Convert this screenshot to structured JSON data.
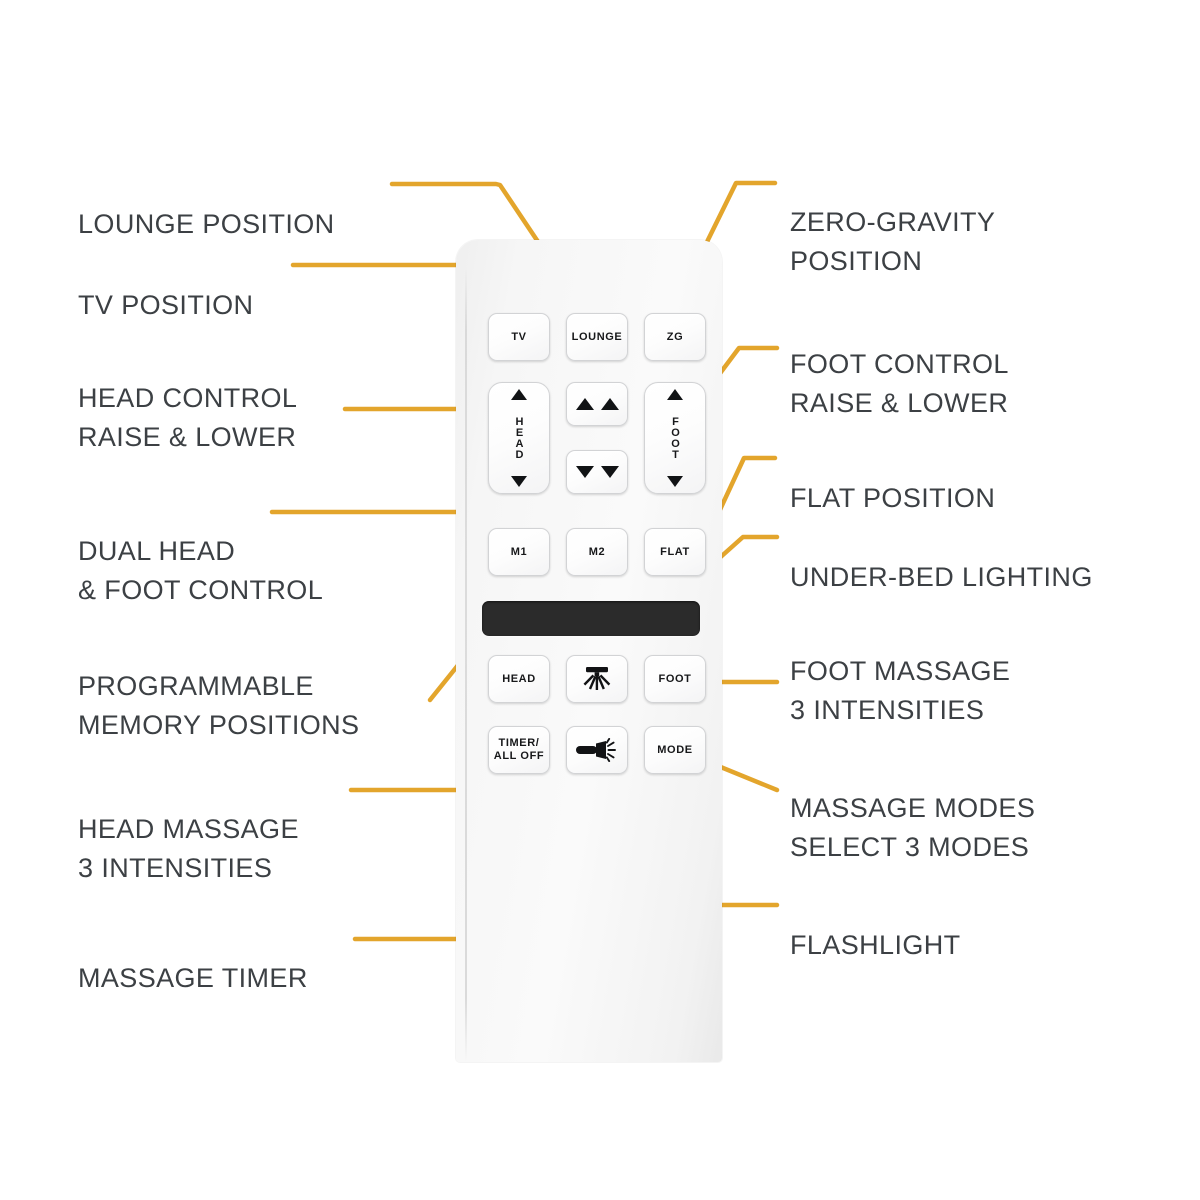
{
  "diagram": {
    "title": "Adjustable bed remote control feature callout diagram",
    "accent_color": "#E3A52C",
    "label_color": "#3C4044",
    "remote_body_color": "#F6F6F6",
    "display_color": "#2B2B2B"
  },
  "callouts_left": [
    {
      "id": "lounge-position",
      "text": "LOUNGE POSITION"
    },
    {
      "id": "tv-position",
      "text": "TV POSITION"
    },
    {
      "id": "head-control",
      "text": "HEAD CONTROL\nRAISE & LOWER"
    },
    {
      "id": "dual-head-foot-control",
      "text": "DUAL HEAD\n& FOOT CONTROL"
    },
    {
      "id": "programmable-memory",
      "text": "PROGRAMMABLE\nMEMORY POSITIONS"
    },
    {
      "id": "head-massage",
      "text": "HEAD MASSAGE\n3 INTENSITIES"
    },
    {
      "id": "massage-timer",
      "text": "MASSAGE TIMER"
    }
  ],
  "callouts_right": [
    {
      "id": "zero-gravity-position",
      "text": "ZERO-GRAVITY\nPOSITION"
    },
    {
      "id": "foot-control",
      "text": "FOOT CONTROL\nRAISE & LOWER"
    },
    {
      "id": "flat-position",
      "text": "FLAT POSITION"
    },
    {
      "id": "under-bed-lighting",
      "text": "UNDER-BED LIGHTING"
    },
    {
      "id": "foot-massage",
      "text": "FOOT MASSAGE\n3 INTENSITIES"
    },
    {
      "id": "massage-modes",
      "text": "MASSAGE MODES\nSELECT 3 MODES"
    },
    {
      "id": "flashlight",
      "text": "FLASHLIGHT"
    }
  ],
  "remote": {
    "buttons": {
      "tv": "TV",
      "lounge": "LOUNGE",
      "zg": "ZG",
      "head_vertical": "HEAD",
      "foot_vertical": "FOOT",
      "dual_up": "",
      "dual_down": "",
      "m1": "M1",
      "m2": "M2",
      "flat": "FLAT",
      "head_massage": "HEAD",
      "under_bed_light": "",
      "foot_massage": "FOOT",
      "timer_all_off": "TIMER/\nALL OFF",
      "flashlight": "",
      "mode": "MODE"
    },
    "display_text": ""
  }
}
